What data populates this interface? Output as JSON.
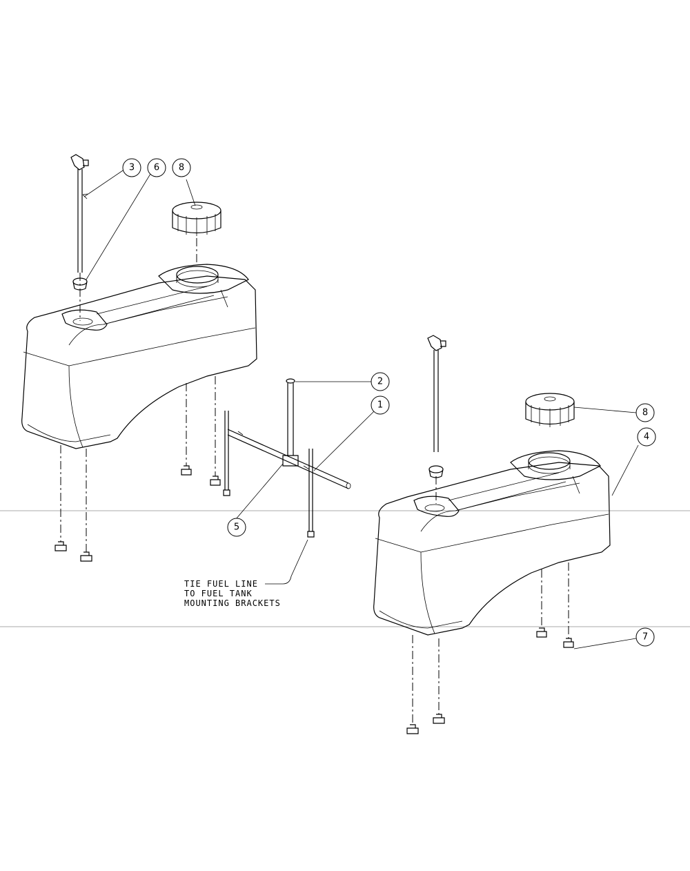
{
  "callouts": {
    "c1": "1",
    "c2": "2",
    "c3": "3",
    "c4": "4",
    "c5": "5",
    "c6": "6",
    "c7": "7",
    "c8a": "8",
    "c8b": "8"
  },
  "note": {
    "line1": "TIE FUEL LINE",
    "line2": "TO FUEL TANK",
    "line3": "MOUNTING BRACKETS"
  }
}
